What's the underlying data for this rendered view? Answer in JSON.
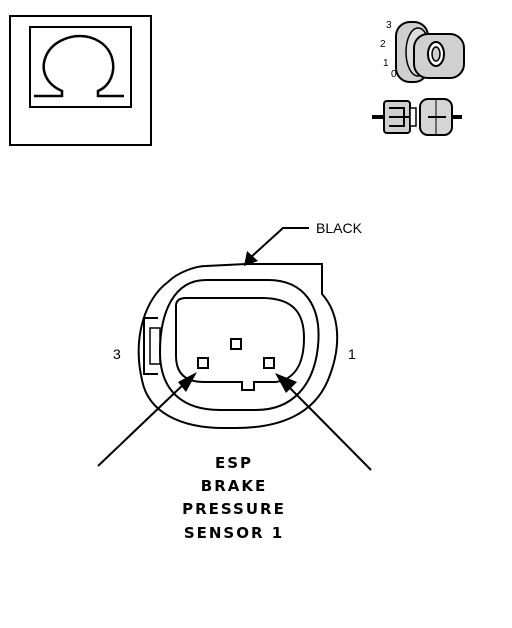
{
  "ohmmeter_icon": {
    "symbol": "Ω",
    "name": "ohm-symbol"
  },
  "ignition_switch": {
    "positions": [
      "3",
      "2",
      "1",
      "0"
    ],
    "selected": "0"
  },
  "connector": {
    "color_label": "BLACK",
    "left_pin_label": "3",
    "right_pin_label": "1"
  },
  "caption": {
    "lines": [
      "ESP",
      "BRAKE",
      "PRESSURE",
      "SENSOR 1"
    ]
  },
  "colors": {
    "line": "#000000",
    "icon_fill": "#cccccc",
    "background": "#ffffff"
  }
}
